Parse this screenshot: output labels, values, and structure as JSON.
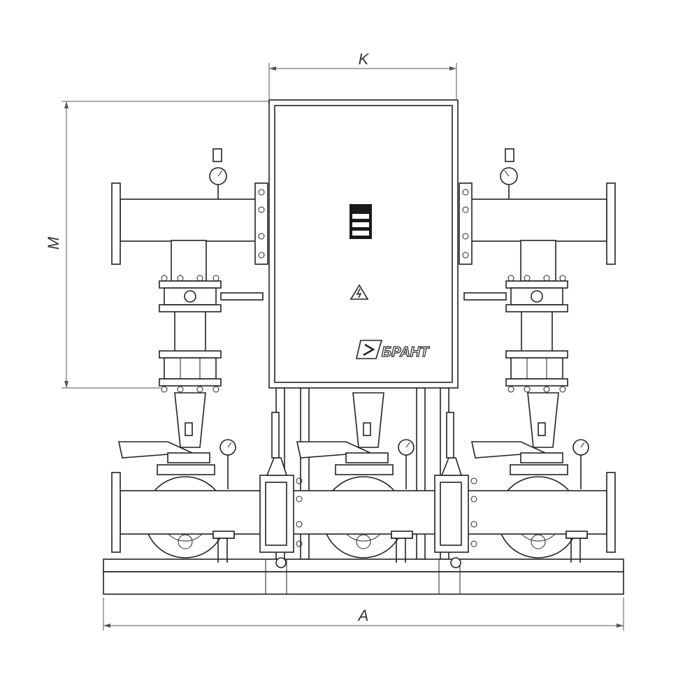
{
  "drawing": {
    "dimensions": {
      "width_cabinet": "K",
      "height": "M",
      "overall_length": "A"
    },
    "brand": "БРАНТ",
    "pump_count": 3,
    "colors": {
      "line": "#222222",
      "background": "#ffffff"
    }
  }
}
